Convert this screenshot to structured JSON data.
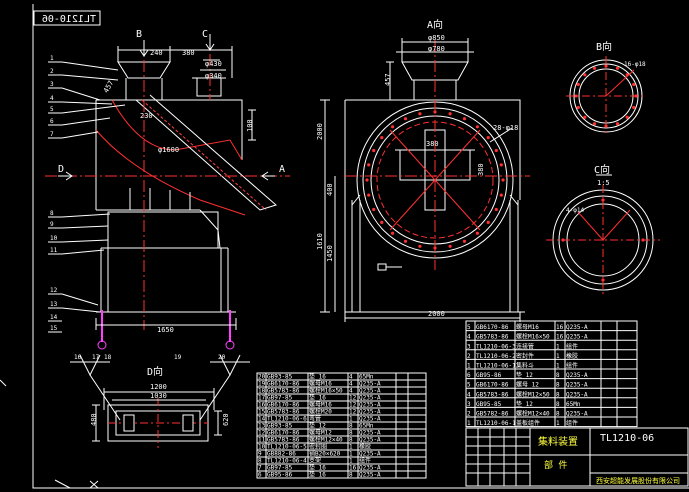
{
  "drawing": {
    "mirrored_code": "TL1210-06",
    "code": "TL1210-06",
    "name": "集料装置",
    "part_label": "部 件",
    "company": "西安超能发展股份有限公司"
  },
  "views": {
    "front_arrow_b": "B",
    "front_arrow_c": "C",
    "front_arrow_d": "D",
    "front_arrow_a": "A",
    "side_title": "A向",
    "detail_b_title": "B向",
    "detail_c_title": "C向",
    "detail_c_scale": "1:5",
    "bottom_title": "D向"
  },
  "dims": {
    "top_240": "240",
    "top_380": "380",
    "phi430": "φ430",
    "phi340": "φ340",
    "d457_left": "457",
    "d230": "230",
    "d100": "100",
    "d1650": "1650",
    "d1600": "φ1600",
    "phi850": "φ850",
    "phi780": "φ780",
    "d457": "457",
    "d2000v": "2000",
    "d400v": "400",
    "d1610": "1610",
    "d1450": "1450",
    "d2000": "2000",
    "d28": "28-φ18",
    "d380_side": "380",
    "d380_side2": "380",
    "d16": "16-φ18",
    "d4phi14": "4-φ14",
    "d1200": "1200",
    "d1030": "1030",
    "d480": "480",
    "d620": "620"
  },
  "balloons_left": [
    "1",
    "2",
    "3",
    "4",
    "5",
    "6",
    "7",
    "8",
    "9",
    "10",
    "11",
    "12",
    "13",
    "14",
    "15"
  ],
  "balloons_bottom": [
    "16",
    "17",
    "18",
    "19",
    "20"
  ],
  "bom_left": [
    [
      "20",
      "GB93-85",
      "垫 16",
      "4",
      "65Mn",
      "",
      ""
    ],
    [
      "19",
      "GB6170-86",
      "螺母M16",
      "4",
      "Q235-A",
      "",
      ""
    ],
    [
      "18",
      "GB5783-86",
      "螺栓M16×50",
      "4",
      "Q235-A",
      "",
      ""
    ],
    [
      "17",
      "GB97-85",
      "垫 16",
      "12",
      "Q235-A",
      "",
      ""
    ],
    [
      "16",
      "GB6170-86",
      "螺母M16",
      "12",
      "Q235-A",
      "",
      ""
    ],
    [
      "15",
      "GB5783-86",
      "螺栓M20",
      "12",
      "Q235-A",
      "",
      ""
    ],
    [
      "14",
      "TL1210-06-6",
      "弯管",
      "1",
      "Q235-A",
      "",
      ""
    ],
    [
      "13",
      "GB93-85",
      "垫 12",
      "8",
      "65Mn",
      "",
      ""
    ],
    [
      "12",
      "GB6170-86",
      "螺母M12",
      "8",
      "Q235-A",
      "",
      ""
    ],
    [
      "11",
      "GB5783-86",
      "螺栓M12×40",
      "8",
      "Q235-A",
      "",
      ""
    ],
    [
      "10",
      "TL1210-06-5",
      "密封圈",
      "1",
      "橡胶",
      "",
      ""
    ],
    [
      "9",
      "GB882-86",
      "销B20×620",
      "1",
      "Q235-A",
      "",
      ""
    ],
    [
      "8",
      "TL1210-06-4",
      "支架",
      "1",
      "组件",
      "",
      ""
    ],
    [
      "7",
      "GB97-85",
      "垫 16",
      "16",
      "Q235-A",
      "",
      ""
    ],
    [
      "6",
      "GB95-86",
      "垫 16",
      "8",
      "Q235-A",
      "",
      ""
    ]
  ],
  "bom_right": [
    [
      "5",
      "GB6170-86",
      "螺母M16",
      "16",
      "Q235-A",
      "",
      ""
    ],
    [
      "4",
      "GB5783-86",
      "螺栓M16×50",
      "16",
      "Q235-A",
      "",
      ""
    ],
    [
      "3",
      "TL1210-06-3",
      "连接管",
      "1",
      "组件",
      "",
      ""
    ],
    [
      "2",
      "TL1210-06-2",
      "密封件",
      "1",
      "橡胶",
      "",
      ""
    ],
    [
      "1",
      "TL1210-06-1",
      "集料斗",
      "1",
      "组件",
      "",
      ""
    ],
    [
      "6",
      "GB95-86",
      "垫 12",
      "8",
      "Q235-A",
      "",
      ""
    ],
    [
      "5",
      "GB6170-86",
      "螺母 12",
      "8",
      "Q235-A",
      "",
      ""
    ],
    [
      "4",
      "GB5783-86",
      "螺栓M12×50",
      "8",
      "Q235-A",
      "",
      ""
    ],
    [
      "3",
      "GB95-85",
      "垫 12",
      "8",
      "65Mn",
      "",
      ""
    ],
    [
      "2",
      "GB5782-86",
      "螺栓M12×40",
      "8",
      "Q235-A",
      "",
      ""
    ],
    [
      "1",
      "TL1210-06-1",
      "盖板组件",
      "1",
      "组件",
      "",
      ""
    ]
  ]
}
